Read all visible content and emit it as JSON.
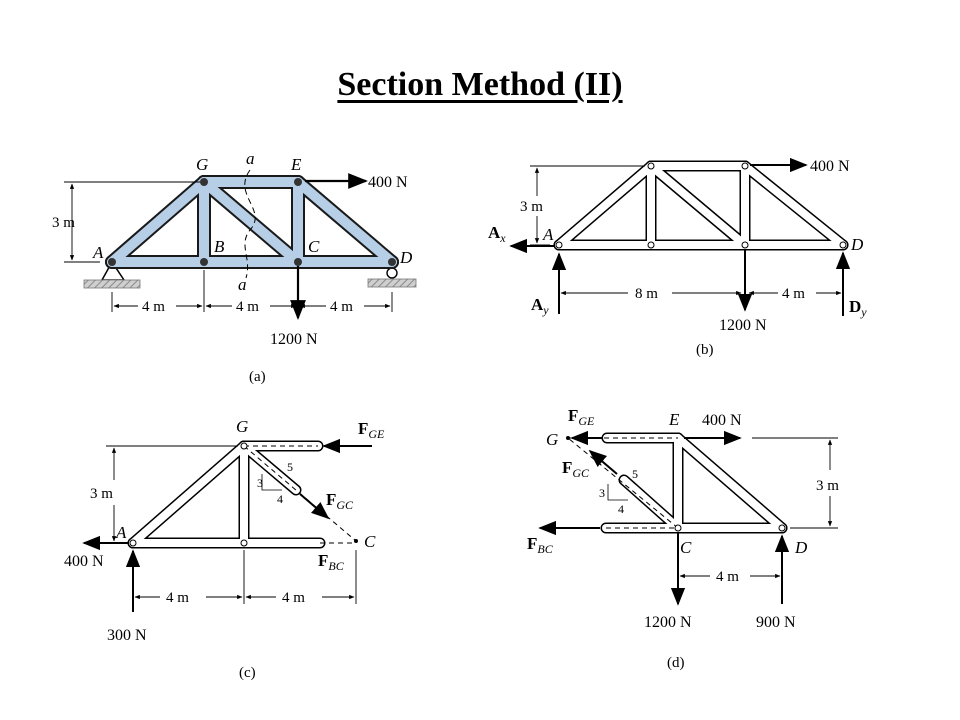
{
  "title": "Section Method (II)",
  "colors": {
    "member_fill": "#b7cfe6",
    "member_stroke": "#1a1a1a",
    "support_hatch": "#9a9a9a",
    "ink": "#000000"
  },
  "panel_a": {
    "caption": "(a)",
    "nodes": {
      "G": "G",
      "E": "E",
      "A": "A",
      "B": "B",
      "C": "C",
      "D": "D"
    },
    "section_top": "a",
    "section_bottom": "a",
    "height": "3 m",
    "spans": [
      "4 m",
      "4 m",
      "4 m"
    ],
    "load_horizontal": "400 N",
    "load_vertical": "1200 N"
  },
  "panel_b": {
    "caption": "(b)",
    "nodes": {
      "A": "A",
      "D": "D"
    },
    "height": "3 m",
    "span_left": "8 m",
    "span_right": "4 m",
    "load_horizontal": "400 N",
    "load_vertical": "1200 N",
    "reaction_ax": "A",
    "reaction_ax_sub": "x",
    "reaction_ay": "A",
    "reaction_ay_sub": "y",
    "reaction_dy": "D",
    "reaction_dy_sub": "y"
  },
  "panel_c": {
    "caption": "(c)",
    "nodes": {
      "G": "G",
      "A": "A",
      "C": "C"
    },
    "height": "3 m",
    "spans": [
      "4 m",
      "4 m"
    ],
    "force_ge": "F",
    "force_ge_sub": "GE",
    "force_gc": "F",
    "force_gc_sub": "GC",
    "force_bc": "F",
    "force_bc_sub": "BC",
    "slope": {
      "rise": "3",
      "run": "4",
      "hyp": "5"
    },
    "load_left": "400 N",
    "reaction_up": "300 N"
  },
  "panel_d": {
    "caption": "(d)",
    "nodes": {
      "G": "G",
      "E": "E",
      "C": "C",
      "D": "D"
    },
    "height": "3 m",
    "span": "4 m",
    "force_ge": "F",
    "force_ge_sub": "GE",
    "force_gc": "F",
    "force_gc_sub": "GC",
    "force_bc": "F",
    "force_bc_sub": "BC",
    "slope": {
      "rise": "3",
      "run": "4",
      "hyp": "5"
    },
    "load_horizontal": "400 N",
    "load_vertical": "1200 N",
    "reaction_up": "900 N"
  }
}
